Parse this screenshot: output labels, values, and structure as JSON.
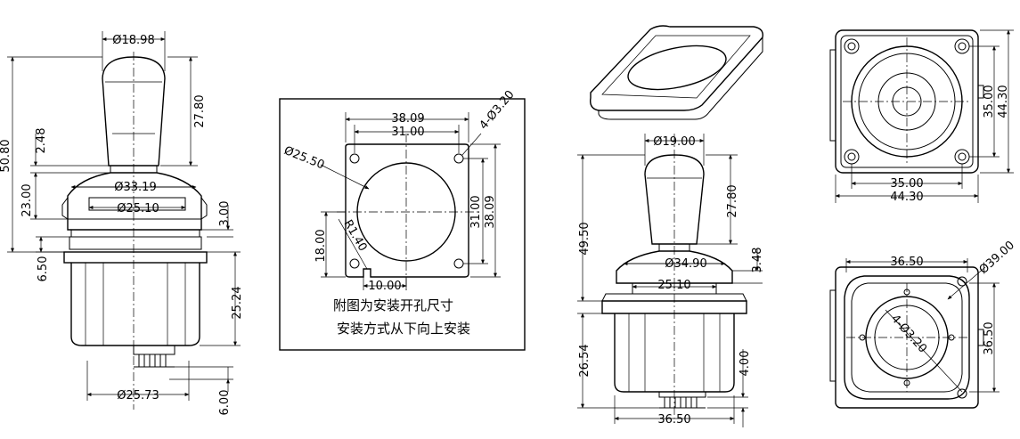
{
  "view_a": {
    "handle_dia": "Ø18.98",
    "handle_len": "27.80",
    "total_h": "50.80",
    "gap": "2.48",
    "dome_h": "23.00",
    "dome_dia": "Ø33.19",
    "ring_dia": "Ø25.10",
    "flange_t": "3.00",
    "flange_gap": "6.50",
    "body_h": "25.24",
    "body_dia": "Ø25.73",
    "pin_h": "6.00"
  },
  "panel": {
    "outer_w": "38.09",
    "inner_w": "31.00",
    "holes": "4-Ø3.20",
    "cut_dia": "Ø25.50",
    "inner_h": "31.00",
    "outer_h": "38.09",
    "radius": "R1.40",
    "half_h": "18.00",
    "notch": "10.00",
    "note_line1": "附图为安装开孔尺寸",
    "note_line2": "安装方式从下向上安装"
  },
  "view_b": {
    "handle_dia": "Ø19.00",
    "handle_len": "27.80",
    "total_h": "49.50",
    "dome_dia": "Ø34.90",
    "dome_h": "3.48",
    "ring_dia": "25.10",
    "body_h": "26.54",
    "pin_h": "4.00",
    "base_w": "36.50"
  },
  "view_top": {
    "inner_h": "35.00",
    "outer_h": "44.30",
    "inner_w": "35.00",
    "outer_w": "44.30"
  },
  "view_bottom": {
    "top_w": "36.50",
    "diag": "Ø39.00",
    "side_h": "36.50",
    "hole": "4-Ø3.20"
  }
}
